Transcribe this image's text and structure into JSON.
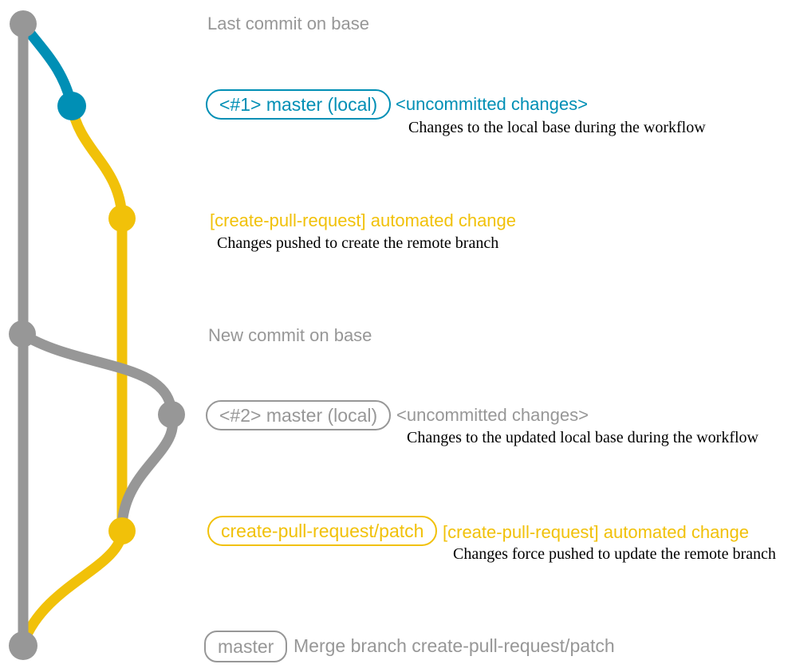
{
  "colors": {
    "base_gray": "#979797",
    "local_blue": "#008fb5",
    "branch_yellow": "#f1c109",
    "ink_black": "#000000",
    "bg_white": "#ffffff"
  },
  "rows": {
    "last_commit": {
      "title": "Last commit on base"
    },
    "local1": {
      "tag": "<#1> master (local)",
      "message": "<uncommitted changes>",
      "description": "Changes to the local base during the workflow"
    },
    "push1": {
      "message": "[create-pull-request] automated change",
      "description": "Changes pushed to create the remote branch"
    },
    "new_commit": {
      "title": "New commit on base"
    },
    "local2": {
      "tag": "<#2> master (local)",
      "message": "<uncommitted changes>",
      "description": "Changes to the updated local base during the workflow"
    },
    "push2": {
      "tag": "create-pull-request/patch",
      "message": "[create-pull-request] automated change",
      "description": "Changes force pushed to update the remote branch"
    },
    "merge": {
      "tag": "master",
      "message": "Merge branch create-pull-request/patch"
    }
  }
}
